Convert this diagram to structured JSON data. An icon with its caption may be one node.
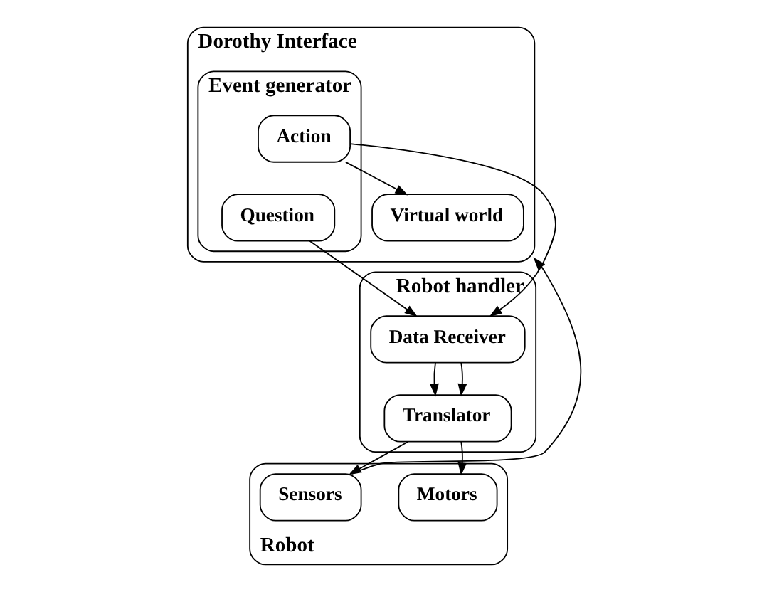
{
  "diagram": {
    "nodes": [
      {
        "text": [
          "Dorothy Interface"
        ]
      },
      {
        "text": [
          "Virtual world"
        ],
        "in": 0
      },
      {
        "text": [
          "Event generator"
        ],
        "in": 0
      },
      {
        "text": [
          "Action"
        ],
        "in": 2
      },
      {
        "text": [
          "Question"
        ],
        "in": 2
      },
      {
        "text": [
          "Robot handler"
        ]
      },
      {
        "text": [
          "Data Receiver"
        ],
        "in": 5
      },
      {
        "text": [
          "Translator"
        ],
        "in": 5
      },
      {
        "text": [
          "Robot"
        ]
      },
      {
        "text": [
          "Motors"
        ],
        "in": 8
      },
      {
        "text": [
          "Sensors"
        ],
        "in": 8
      }
    ],
    "edges": [
      {
        "from": 3,
        "to": 1,
        "arrow": "to"
      },
      {
        "from": 3,
        "to": 6,
        "arrow": "to"
      },
      {
        "from": 4,
        "to": 6,
        "arrow": "to"
      },
      {
        "from": 6,
        "to": 7,
        "arrow": "to"
      },
      {
        "from": 6,
        "to": 7,
        "arrow": "to"
      },
      {
        "from": 7,
        "to": 9,
        "arrow": "to"
      },
      {
        "from": 7,
        "to": 10,
        "arrow": "to"
      },
      {
        "from": 10,
        "to": 0,
        "arrow": "to"
      }
    ]
  }
}
